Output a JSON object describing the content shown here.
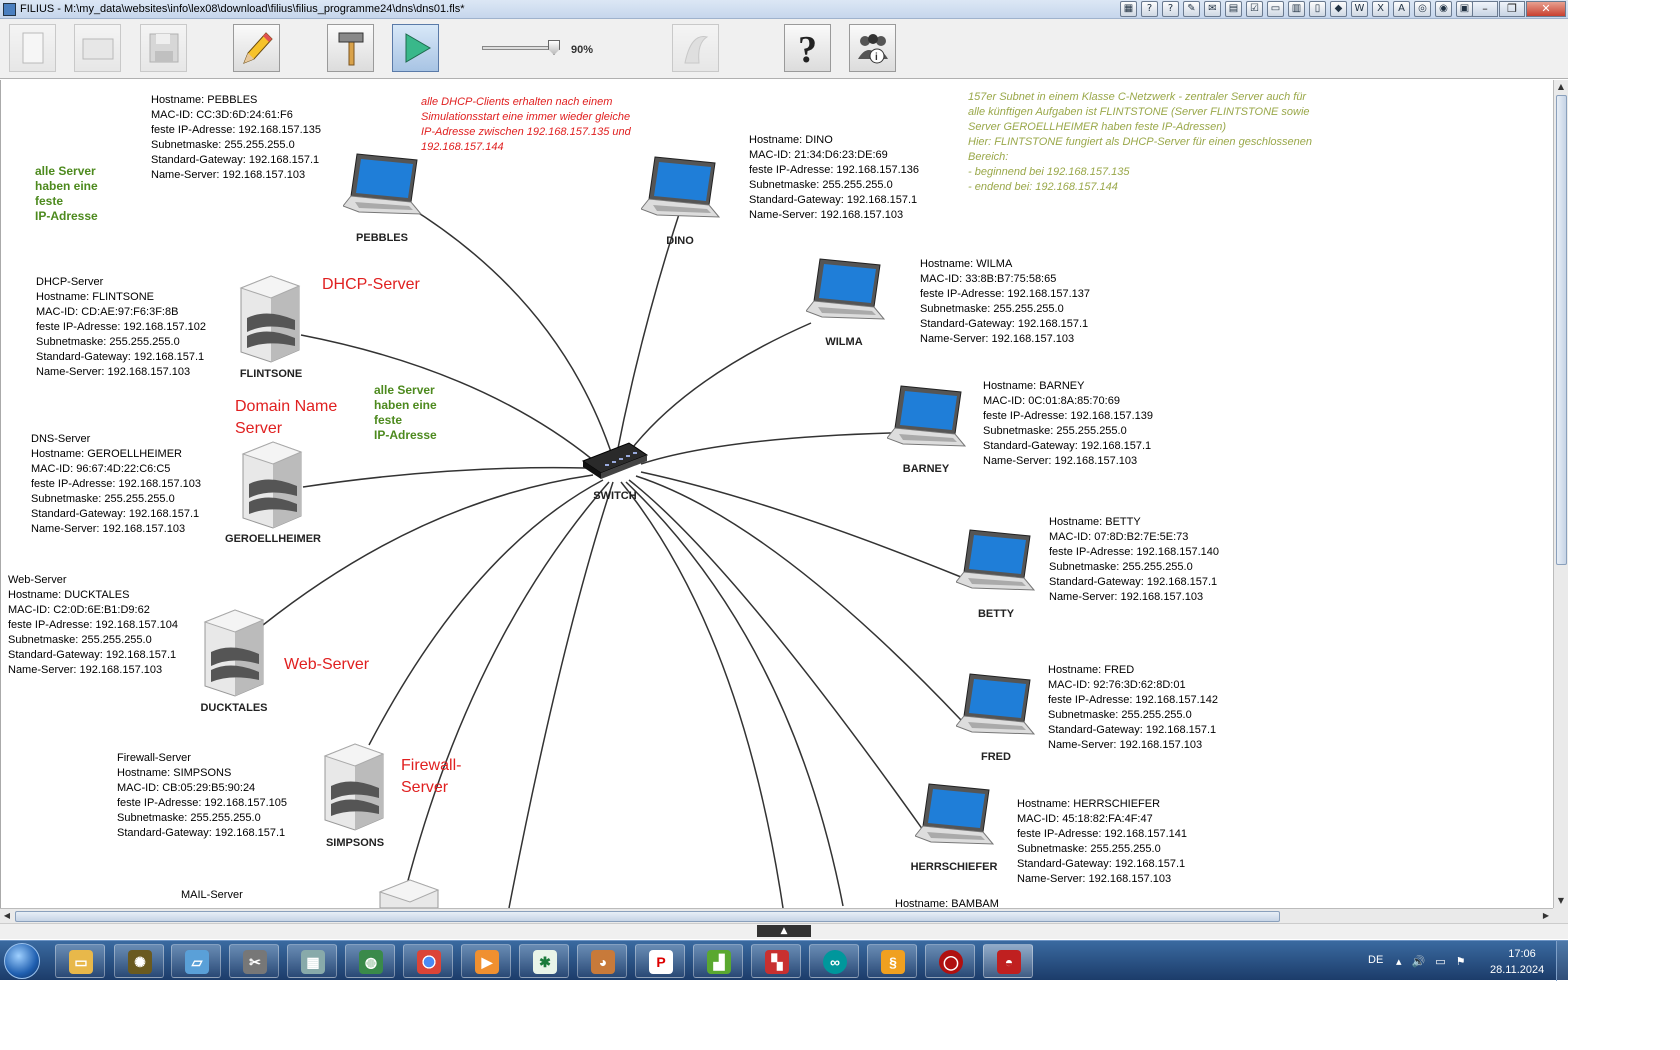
{
  "window": {
    "title": "FILIUS - M:\\my_data\\websites\\info\\lex08\\download\\filius\\filius_programme24\\dns\\dns01.fls*"
  },
  "toolbar": {
    "speed_label": "90%",
    "speed_value_percent": 90,
    "buttons": [
      "new-document",
      "open",
      "save",
      "design-mode",
      "build",
      "simulation-mode",
      "wizard",
      "help",
      "about"
    ]
  },
  "nodes": {
    "pebbles": {
      "label": "PEBBLES"
    },
    "dino": {
      "label": "DINO"
    },
    "wilma": {
      "label": "WILMA"
    },
    "barney": {
      "label": "BARNEY"
    },
    "betty": {
      "label": "BETTY"
    },
    "fred": {
      "label": "FRED"
    },
    "herrschiefer": {
      "label": "HERRSCHIEFER"
    },
    "flintsone": {
      "label": "FLINTSONE"
    },
    "geroellheimer": {
      "label": "GEROELLHEIMER"
    },
    "ducktales": {
      "label": "DUCKTALES"
    },
    "simpsons": {
      "label": "SIMPSONS"
    },
    "switch": {
      "label": "SWITCH"
    }
  },
  "infos": {
    "pebbles": [
      "Hostname: PEBBLES",
      "MAC-ID: CC:3D:6D:24:61:F6",
      "feste IP-Adresse: 192.168.157.135",
      "Subnetmaske: 255.255.255.0",
      "Standard-Gateway: 192.168.157.1",
      "Name-Server: 192.168.157.103"
    ],
    "dino": [
      "Hostname: DINO",
      "MAC-ID: 21:34:D6:23:DE:69",
      "feste IP-Adresse: 192.168.157.136",
      "Subnetmaske: 255.255.255.0",
      "Standard-Gateway: 192.168.157.1",
      "Name-Server: 192.168.157.103"
    ],
    "wilma": [
      "Hostname: WILMA",
      "MAC-ID: 33:8B:B7:75:58:65",
      "feste IP-Adresse: 192.168.157.137",
      "Subnetmaske: 255.255.255.0",
      "Standard-Gateway: 192.168.157.1",
      "Name-Server: 192.168.157.103"
    ],
    "barney": [
      "Hostname: BARNEY",
      "MAC-ID: 0C:01:8A:85:70:69",
      "feste IP-Adresse: 192.168.157.139",
      "Subnetmaske: 255.255.255.0",
      "Standard-Gateway: 192.168.157.1",
      "Name-Server: 192.168.157.103"
    ],
    "betty": [
      "Hostname: BETTY",
      "MAC-ID: 07:8D:B2:7E:5E:73",
      "feste IP-Adresse: 192.168.157.140",
      "Subnetmaske: 255.255.255.0",
      "Standard-Gateway: 192.168.157.1",
      "Name-Server: 192.168.157.103"
    ],
    "fred": [
      "Hostname: FRED",
      "MAC-ID: 92:76:3D:62:8D:01",
      "feste IP-Adresse: 192.168.157.142",
      "Subnetmaske: 255.255.255.0",
      "Standard-Gateway: 192.168.157.1",
      "Name-Server: 192.168.157.103"
    ],
    "herrschiefer": [
      "Hostname: HERRSCHIEFER",
      "MAC-ID: 45:18:82:FA:4F:47",
      "feste IP-Adresse: 192.168.157.141",
      "Subnetmaske: 255.255.255.0",
      "Standard-Gateway: 192.168.157.1",
      "Name-Server: 192.168.157.103"
    ],
    "bambam": [
      "Hostname: BAMBAM"
    ],
    "flintsone": [
      "DHCP-Server",
      "Hostname: FLINTSONE",
      "MAC-ID: CD:AE:97:F6:3F:8B",
      "feste IP-Adresse: 192.168.157.102",
      "Subnetmaske: 255.255.255.0",
      "Standard-Gateway: 192.168.157.1",
      "Name-Server: 192.168.157.103"
    ],
    "geroellheimer": [
      "DNS-Server",
      "Hostname: GEROELLHEIMER",
      "MAC-ID: 96:67:4D:22:C6:C5",
      "feste IP-Adresse: 192.168.157.103",
      "Subnetmaske: 255.255.255.0",
      "Standard-Gateway: 192.168.157.1",
      "Name-Server: 192.168.157.103"
    ],
    "ducktales": [
      "Web-Server",
      "Hostname: DUCKTALES",
      "MAC-ID: C2:0D:6E:B1:D9:62",
      "feste IP-Adresse: 192.168.157.104",
      "Subnetmaske: 255.255.255.0",
      "Standard-Gateway: 192.168.157.1",
      "Name-Server: 192.168.157.103"
    ],
    "simpsons": [
      "Firewall-Server",
      "Hostname: SIMPSONS",
      "MAC-ID: CB:05:29:B5:90:24",
      "feste IP-Adresse: 192.168.157.105",
      "Subnetmaske: 255.255.255.0",
      "Standard-Gateway: 192.168.157.1"
    ],
    "mail": [
      "MAIL-Server"
    ]
  },
  "annotations": {
    "dhcp_server": "DHCP-Server",
    "domain_name_server_1": "Domain Name",
    "domain_name_server_2": "Server",
    "web_server": "Web-Server",
    "firewall_server_1": "Firewall-",
    "firewall_server_2": "Server",
    "servers_fixed_1": [
      "alle Server",
      "haben eine",
      "feste",
      "IP-Adresse"
    ],
    "servers_fixed_2": [
      "alle Server",
      "haben eine",
      "feste",
      "IP-Adresse"
    ],
    "dhcp_clients_note": [
      "alle DHCP-Clients erhalten nach einem",
      "Simulationsstart eine immer wieder gleiche",
      "IP-Adresse zwischen 192.168.157.135 und",
      "192.168.157.144"
    ],
    "subnet_note": [
      "157er Subnet in einem Klasse C-Netzwerk - zentraler Server auch für",
      "alle künftigen Aufgaben ist  FLINTSTONE (Server FLINTSTONE sowie",
      "Server GEROELLHEIMER haben feste IP-Adressen)",
      "Hier: FLINTSTONE fungiert als DHCP-Server für einen geschlossenen",
      "Bereich:",
      "- beginnend bei 192.168.157.135",
      "- endend bei: 192.168.157.144"
    ]
  },
  "colors": {
    "annotation_red": "#e02020",
    "annotation_green": "#4d8a1e",
    "annotation_olive": "#9aa84a"
  },
  "taskbar": {
    "apps": [
      "explorer",
      "settings-tool",
      "notepad-app",
      "tools-app",
      "calculator",
      "globe-app",
      "chrome",
      "media-player",
      "green-app",
      "paint-app",
      "p-app",
      "chart-app",
      "filius-app",
      "arduino",
      "editor-app",
      "red-app",
      "filius-active"
    ],
    "language": "DE",
    "time": "17:06",
    "date": "28.11.2024"
  }
}
